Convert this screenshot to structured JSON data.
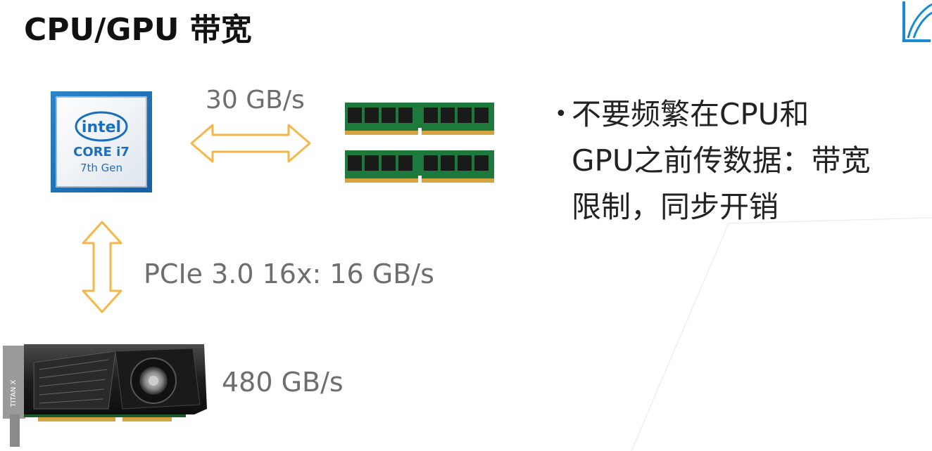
{
  "slide": {
    "title": "CPU/GPU 带宽",
    "cpu_label": {
      "brand": "intel",
      "model": "CORE i7",
      "generation": "7th Gen"
    },
    "gpu_label": "TITAN X",
    "bandwidth": {
      "cpu_ram": "30 GB/s",
      "pcie": "PCIe 3.0 16x: 16 GB/s",
      "gpu_mem": "480 GB/s"
    },
    "bullet": {
      "marker": "•",
      "lines": [
        "不要频繁在CPU和",
        "GPU之前传数据：带宽",
        "限制，同步开销"
      ]
    }
  },
  "colors": {
    "arrow": "#f5b74a",
    "label_gray": "#6e6e6e",
    "title": "#111111",
    "logo_blue": "#1a8ad6",
    "pcb_green": "#1e7a3c",
    "chip_black": "#1a1a1a",
    "gold": "#d4a441"
  },
  "icons": {
    "cpu": "intel-cpu-icon",
    "ram": "ram-stick-icon",
    "gpu": "graphics-card-icon",
    "logo": "brand-logo-icon"
  }
}
